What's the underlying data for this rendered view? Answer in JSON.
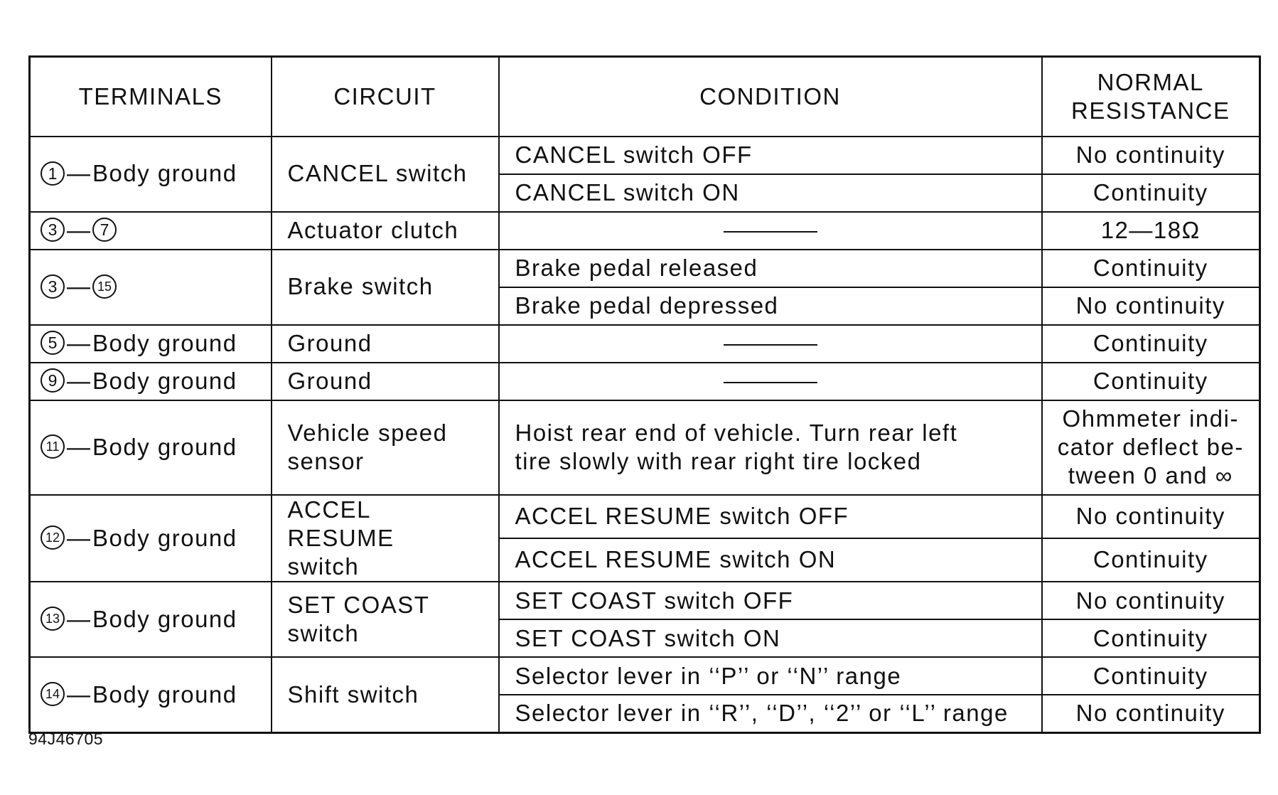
{
  "headers": {
    "terminals": "TERMINALS",
    "circuit": "CIRCUIT",
    "condition": "CONDITION",
    "resistance": "NORMAL\nRESISTANCE"
  },
  "rows": [
    {
      "terminal": {
        "a": "1",
        "b": null,
        "suffix": "Body ground"
      },
      "circuit": "CANCEL switch",
      "items": [
        {
          "condition": "CANCEL switch OFF",
          "resistance": "No continuity"
        },
        {
          "condition": "CANCEL switch ON",
          "resistance": "Continuity"
        }
      ]
    },
    {
      "terminal": {
        "a": "3",
        "b": "7",
        "suffix": ""
      },
      "circuit": "Actuator clutch",
      "items": [
        {
          "condition": "———",
          "resistance": "12—18Ω"
        }
      ]
    },
    {
      "terminal": {
        "a": "3",
        "b": "15",
        "suffix": ""
      },
      "circuit": "Brake switch",
      "items": [
        {
          "condition": "Brake pedal released",
          "resistance": "Continuity"
        },
        {
          "condition": "Brake pedal depressed",
          "resistance": "No continuity"
        }
      ]
    },
    {
      "terminal": {
        "a": "5",
        "b": null,
        "suffix": "Body ground"
      },
      "circuit": "Ground",
      "items": [
        {
          "condition": "———",
          "resistance": "Continuity"
        }
      ]
    },
    {
      "terminal": {
        "a": "9",
        "b": null,
        "suffix": "Body ground"
      },
      "circuit": "Ground",
      "items": [
        {
          "condition": "———",
          "resistance": "Continuity"
        }
      ]
    },
    {
      "terminal": {
        "a": "11",
        "b": null,
        "suffix": "Body ground"
      },
      "circuit": "Vehicle speed\nsensor",
      "items": [
        {
          "condition": "Hoist rear end of vehicle. Turn rear left\ntire slowly with rear right tire locked",
          "resistance": "Ohmmeter indi-\ncator deflect be-\ntween 0 and ∞"
        }
      ]
    },
    {
      "terminal": {
        "a": "12",
        "b": null,
        "suffix": "Body ground"
      },
      "circuit": "ACCEL RESUME\nswitch",
      "items": [
        {
          "condition": "ACCEL RESUME switch OFF",
          "resistance": "No continuity"
        },
        {
          "condition": "ACCEL RESUME switch ON",
          "resistance": "Continuity"
        }
      ]
    },
    {
      "terminal": {
        "a": "13",
        "b": null,
        "suffix": "Body ground"
      },
      "circuit": "SET COAST\nswitch",
      "items": [
        {
          "condition": "SET COAST switch OFF",
          "resistance": "No continuity"
        },
        {
          "condition": "SET COAST switch ON",
          "resistance": "Continuity"
        }
      ]
    },
    {
      "terminal": {
        "a": "14",
        "b": null,
        "suffix": "Body ground"
      },
      "circuit": "Shift switch",
      "items": [
        {
          "condition": "Selector lever in ‘‘P’’ or ‘‘N’’ range",
          "resistance": "Continuity"
        },
        {
          "condition": "Selector lever in ‘‘R’’, ‘‘D’’, ‘‘2’’ or ‘‘L’’ range",
          "resistance": "No continuity"
        }
      ]
    }
  ],
  "footer_code": "94J46705"
}
